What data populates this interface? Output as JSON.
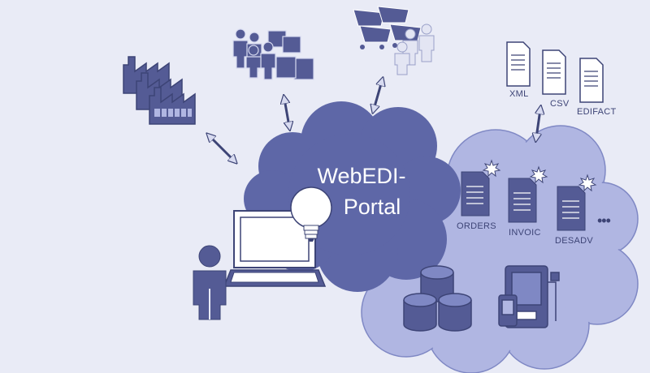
{
  "portal": {
    "line1": "WebEDI-",
    "line2": "Portal"
  },
  "formats": [
    "XML",
    "CSV",
    "EDIFACT"
  ],
  "documents": [
    "ORDERS",
    "INVOIC",
    "DESADV"
  ],
  "more_symbol": "•••",
  "colors": {
    "background": "#e9ebf6",
    "portal_cloud": "#5e67a7",
    "system_cloud": "#b0b6e2",
    "icon_fill": "#545b95",
    "icon_stroke": "#3d4476"
  },
  "icons": [
    "factory-icon",
    "people-group-icon",
    "shopping-carts-icon",
    "document-icon",
    "laptop-icon",
    "lightbulb-icon",
    "user-icon",
    "database-icon",
    "device-icon",
    "double-arrow-icon"
  ]
}
